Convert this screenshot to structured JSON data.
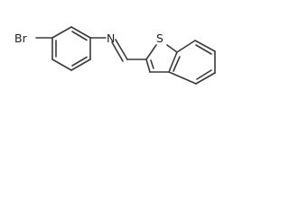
{
  "structure": {
    "atoms": {
      "bromine": "Br",
      "nitrogen": "N",
      "sulfur": "S"
    },
    "colors": {
      "bond": "#3a3a3a",
      "label": "#1f1f1f",
      "background": "#ffffff"
    }
  }
}
